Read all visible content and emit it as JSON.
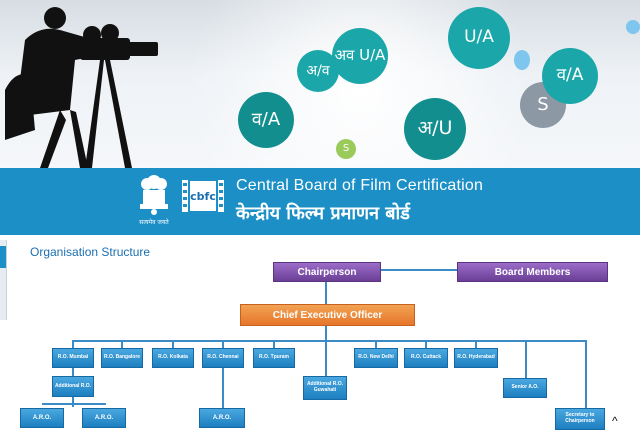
{
  "banner": {
    "ratings": [
      "अ/व",
      "अव U/A",
      "U/A",
      "व/A",
      "अ/U",
      "S",
      "व/A",
      "S"
    ],
    "colors": {
      "teal": "#1ba7a9",
      "teal_dark": "#128e8f",
      "light_blue": "#7fc6ee",
      "grey": "#8c98a4",
      "green": "#9acb5a"
    }
  },
  "header": {
    "title_en": "Central Board of Film Certification",
    "title_hi": "केन्द्रीय फिल्म प्रमाणन बोर्ड",
    "emblem_motto": "सत्यमेव जयते",
    "logo_text": "cbfc",
    "bg_color": "#1b8fc6"
  },
  "org": {
    "title": "Organisation Structure",
    "chairperson": "Chairperson",
    "board_members": "Board Members",
    "ceo": "Chief Executive Officer",
    "ros": [
      "R.O. Mumbai",
      "R.O. Bangalore",
      "R.O. Kolkata",
      "R.O. Chennai",
      "R.O. Tpuram",
      "Additional R.O. Guwahati",
      "R.O. New Delhi",
      "R.O. Cuttack",
      "R.O. Hyderabad"
    ],
    "additional_ro": "Additional R.O.",
    "aro_1": "A.R.O.",
    "aro_2": "A.R.O.",
    "aro_3": "A.R.O.",
    "senior_ao": "Senior A.O.",
    "secretary": "Secretary to Chairperson"
  },
  "back_to_top": "^"
}
